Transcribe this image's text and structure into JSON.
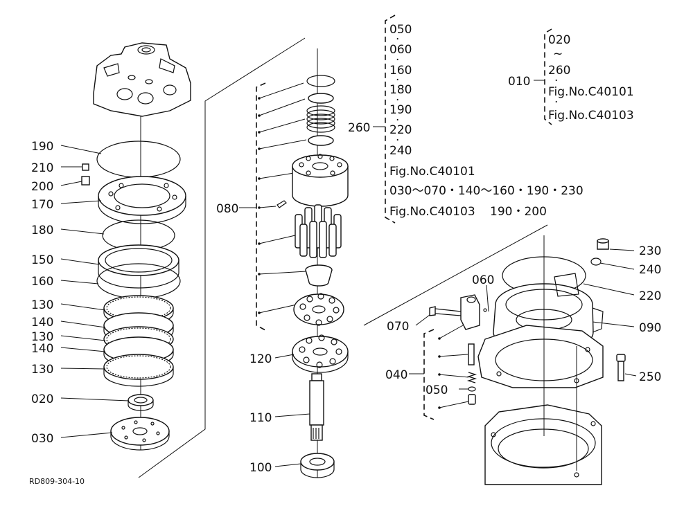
{
  "part_labels": {
    "p190_left": "190",
    "p210": "210",
    "p200": "200",
    "p170": "170",
    "p180": "180",
    "p150": "150",
    "p160": "160",
    "p130_a": "130",
    "p140_a": "140",
    "p130_b": "130",
    "p140_b": "140",
    "p130_c": "130",
    "p020": "020",
    "p030": "030",
    "p080": "080",
    "p120": "120",
    "p110": "110",
    "p100": "100",
    "p260": "260",
    "p010": "010",
    "p060": "060",
    "p070": "070",
    "p040": "040",
    "p050": "050",
    "p230": "230",
    "p240": "240",
    "p220": "220",
    "p090": "090",
    "p250": "250"
  },
  "block_260": {
    "lines": [
      "050",
      "060",
      "160",
      "180",
      "190",
      "220",
      "240"
    ],
    "ref1": "Fig.No.C40101",
    "ref1_items": "030～070・140～160・190・230",
    "ref2": "Fig.No.C40103",
    "ref2_items": "190・200"
  },
  "block_010": {
    "line1": "020",
    "tilde": "~",
    "line2": "260",
    "ref1": "Fig.No.C40101",
    "ref2": "Fig.No.C40103"
  },
  "drawing_code": "RD809-304-10"
}
